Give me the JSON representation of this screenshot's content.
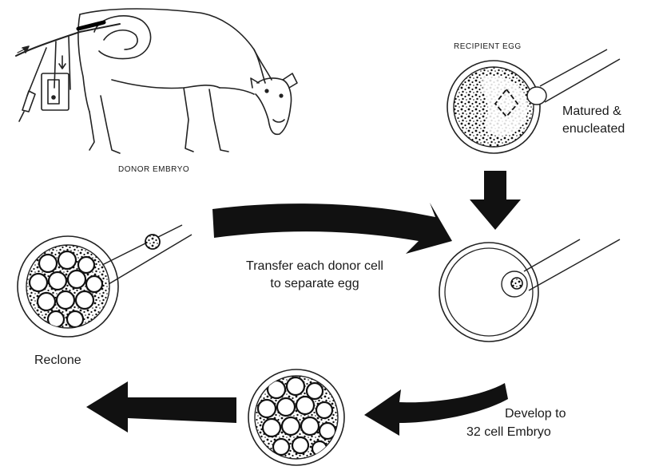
{
  "labels": {
    "donor_embryo": "DONOR EMBRYO",
    "recipient_egg": "RECIPIENT EGG",
    "matured_line1": "Matured &",
    "matured_line2": "enucleated",
    "transfer_line1": "Transfer each donor cell",
    "transfer_line2": "to separate egg",
    "reclone": "Reclone",
    "develop_line1": "Develop to",
    "develop_line2": "32 cell Embryo"
  },
  "colors": {
    "ink": "#111111",
    "background": "#ffffff"
  }
}
